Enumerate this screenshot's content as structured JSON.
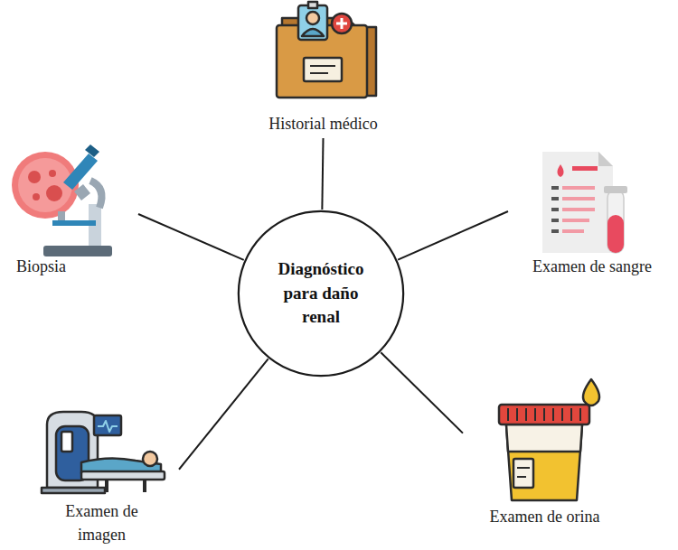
{
  "diagram": {
    "nodes": [
      {
        "text": [
          "Diagnóstico para daño renal"
        ]
      },
      {
        "text": [
          "Historial médico"
        ]
      },
      {
        "text": [
          "Examen de sangre"
        ]
      },
      {
        "text": [
          "Examen de orina"
        ]
      },
      {
        "text": [
          "Examen de imagen"
        ]
      },
      {
        "text": [
          "Biopsia"
        ]
      }
    ],
    "edges": [
      {
        "from": 0,
        "to": 1,
        "arrow": "none"
      },
      {
        "from": 0,
        "to": 2,
        "arrow": "none"
      },
      {
        "from": 0,
        "to": 3,
        "arrow": "none"
      },
      {
        "from": 0,
        "to": 4,
        "arrow": "none"
      },
      {
        "from": 0,
        "to": 5,
        "arrow": "none"
      }
    ]
  }
}
